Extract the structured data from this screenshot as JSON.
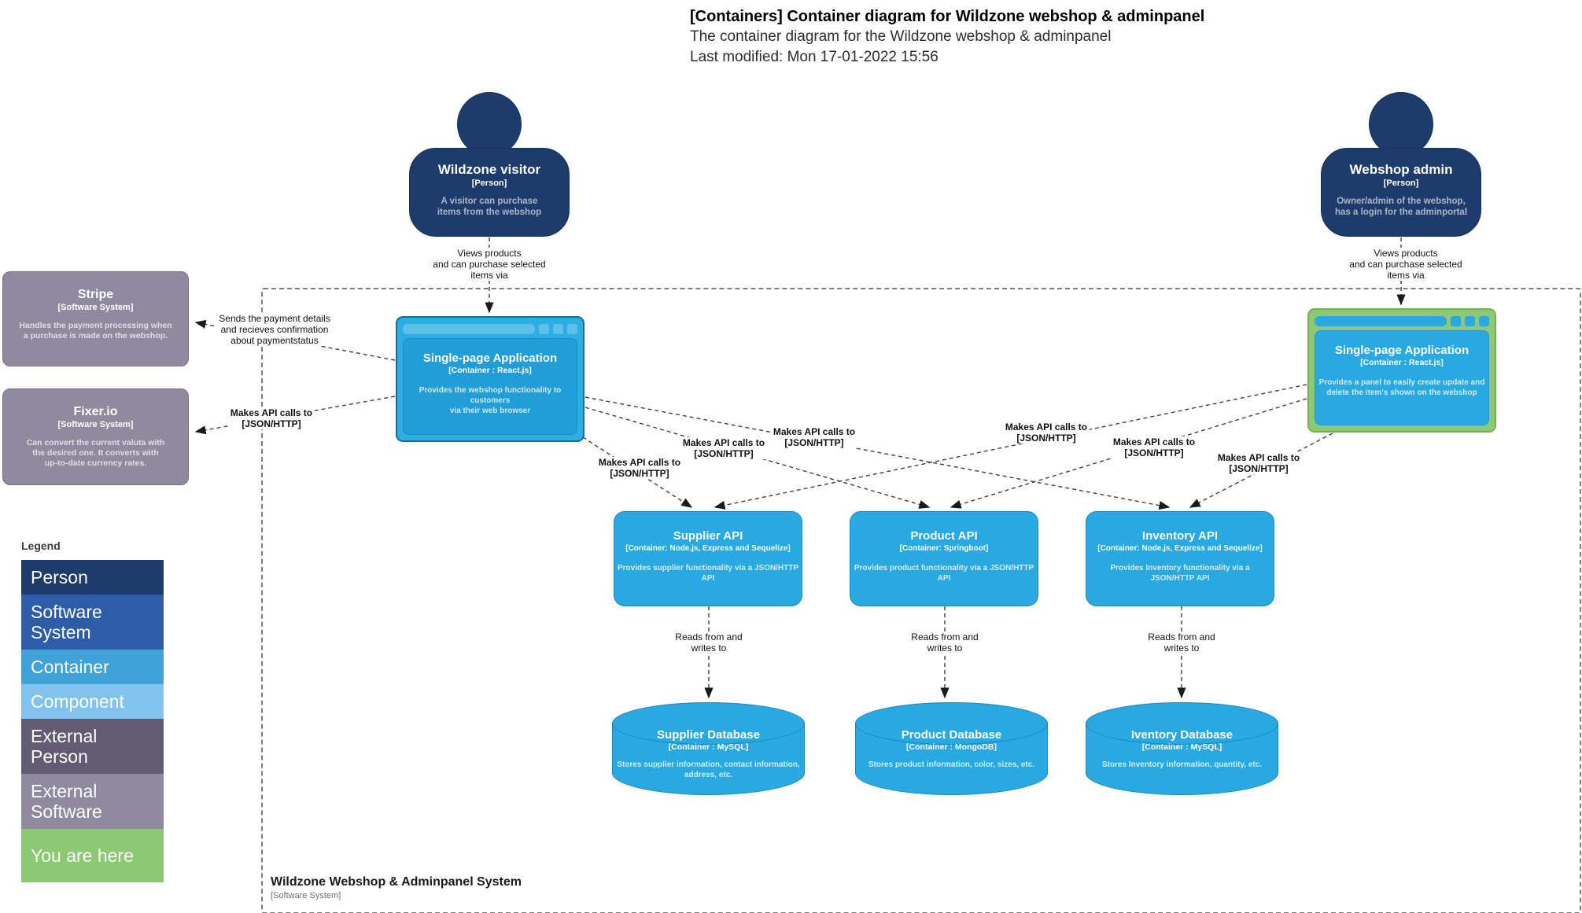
{
  "header": {
    "title": "[Containers] Container diagram for Wildzone webshop & adminpanel",
    "subtitle": "The container diagram for the Wildzone webshop & adminpanel",
    "last_modified": "Last modified: Mon 17-01-2022 15:56"
  },
  "colors": {
    "person": "#1d3c6c",
    "software_system": "#2d5da9",
    "container": "#3fa2d9",
    "component": "#82c3ee",
    "external_person": "#625c72",
    "external_software": "#8f8a9e",
    "you_are_here": "#8dc972",
    "container_fill": "#29a9e1"
  },
  "persons": [
    {
      "name": "Wildzone visitor",
      "type": "[Person]",
      "description": "A visitor can purchase\nitems from the webshop"
    },
    {
      "name": "Webshop admin",
      "type": "[Person]",
      "description": "Owner/admin of the webshop,\nhas a login for the adminportal"
    }
  ],
  "external_systems": [
    {
      "name": "Stripe",
      "type": "[Software System]",
      "description": "Handles the payment processing when\na purchase is made on the webshop."
    },
    {
      "name": "Fixer.io",
      "type": "[Software System]",
      "description": "Can convert the current valuta with\nthe desired one. It converts with\nup-to-date currency rates."
    }
  ],
  "containers": {
    "webshop_spa": {
      "name": "Single-page Application",
      "type": "[Container : React.js]",
      "description": "Provides the webshop functionality to customers\nvia their web browser"
    },
    "admin_spa": {
      "name": "Single-page Application",
      "type": "[Container : React.js]",
      "description": "Provides a panel to easily create update and\ndelete the item's shown on the webshop"
    },
    "supplier_api": {
      "name": "Supplier API",
      "type": "[Container: Node.js, Express and Sequelize]",
      "description": "Provides supplier functionality via a JSON/HTTP\nAPI"
    },
    "product_api": {
      "name": "Product API",
      "type": "[Container: Springboot]",
      "description": "Provides product functionality via a JSON/HTTP\nAPI"
    },
    "inventory_api": {
      "name": "Inventory API",
      "type": "[Container: Node.js, Express and Sequelize]",
      "description": "Provides Inventory functionality via a\nJSON/HTTP API"
    },
    "supplier_db": {
      "name": "Supplier Database",
      "type": "[Container : MySQL]",
      "description": "Stores supplier information, contact information,\naddress, etc."
    },
    "product_db": {
      "name": "Product Database",
      "type": "[Container : MongoDB]",
      "description": "Stores product information, color, sizes, etc."
    },
    "inventory_db": {
      "name": "Iventory Database",
      "type": "[Container : MySQL]",
      "description": "Stores Inventory information, quantity, etc."
    }
  },
  "boundary": {
    "name": "Wildzone Webshop & Adminpanel System",
    "type": "[Software System]"
  },
  "relationships": {
    "views_products": "Views products\nand can purchase selected\nitems via",
    "payment": "Sends the payment details\nand recieves confirmation\nabout paymentstatus",
    "api_calls": "Makes API calls to\n[JSON/HTTP]",
    "reads_writes": "Reads from and\nwrites to"
  },
  "legend": {
    "title": "Legend",
    "items": [
      {
        "label": "Person",
        "color": "#1d3c6c"
      },
      {
        "label": "Software\nSystem",
        "color": "#2d5da9"
      },
      {
        "label": "Container",
        "color": "#3fa2d9"
      },
      {
        "label": "Component",
        "color": "#82c3ee"
      },
      {
        "label": "External\nPerson",
        "color": "#625c72"
      },
      {
        "label": "External\nSoftware",
        "color": "#8f8a9e"
      },
      {
        "label": "You are here",
        "color": "#8dc972"
      }
    ]
  }
}
